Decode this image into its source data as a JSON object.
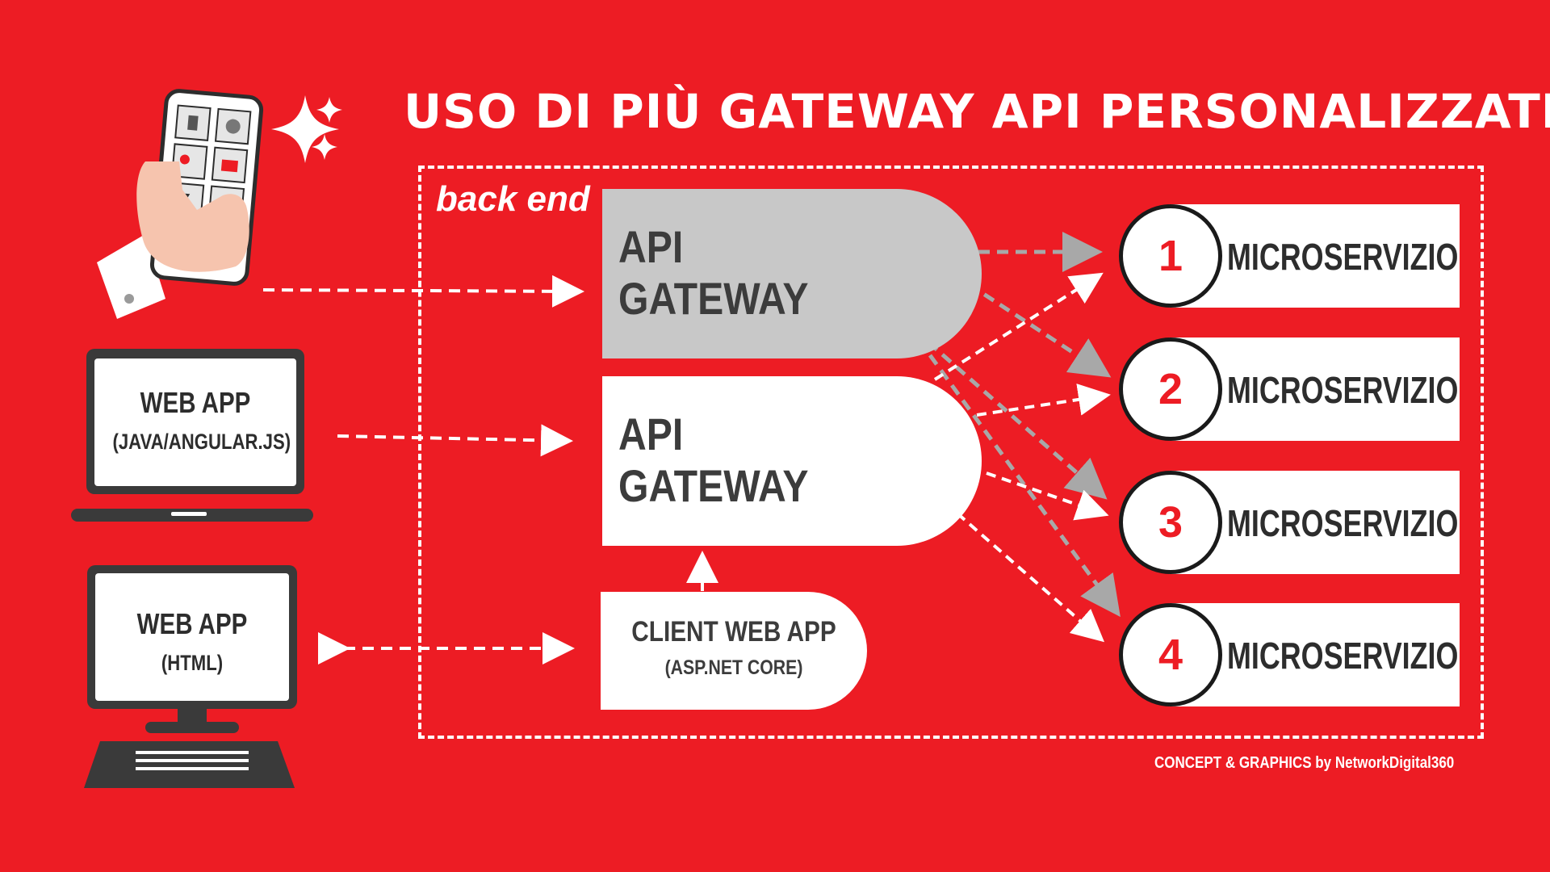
{
  "title": "USO DI PIÙ GATEWAY API PERSONALIZZATI",
  "backend_label": "back end",
  "gateways": [
    {
      "line1": "API",
      "line2": "GATEWAY"
    },
    {
      "line1": "API",
      "line2": "GATEWAY"
    }
  ],
  "client_web_app": {
    "line1": "CLIENT WEB APP",
    "line2": "(ASP.NET CORE)"
  },
  "microservices": [
    {
      "number": "1",
      "label": "MICROSERVIZIO"
    },
    {
      "number": "2",
      "label": "MICROSERVIZIO"
    },
    {
      "number": "3",
      "label": "MICROSERVIZIO"
    },
    {
      "number": "4",
      "label": "MICROSERVIZIO"
    }
  ],
  "laptop_app": {
    "line1": "WEB APP",
    "line2": "(JAVA/ANGULAR.JS)"
  },
  "desktop_app": {
    "line1": "WEB APP",
    "line2": "(HTML)"
  },
  "code_symbol": "</>",
  "credits": "CONCEPT & GRAPHICS by NetworkDigital360",
  "colors": {
    "background": "#ed1c24",
    "gateway_gray": "#c8c8c8",
    "text_dark": "#2d2d2d",
    "arrow_gray": "#a8a8a8"
  }
}
